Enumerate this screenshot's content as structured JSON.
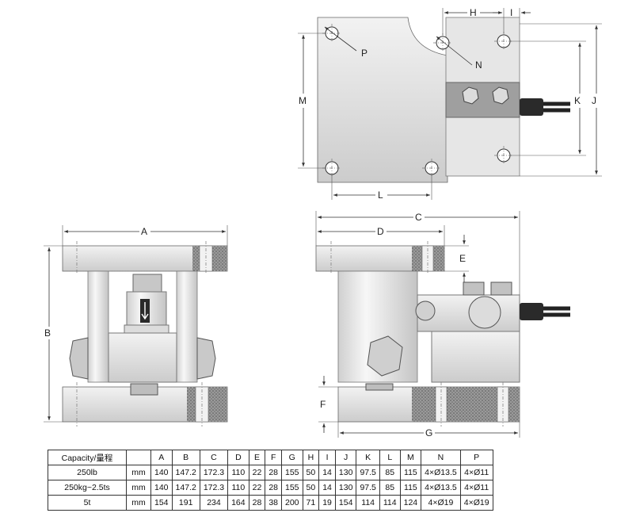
{
  "dimension_labels": {
    "A": "A",
    "B": "B",
    "C": "C",
    "D": "D",
    "E": "E",
    "F": "F",
    "G": "G",
    "H": "H",
    "I": "I",
    "J": "J",
    "K": "K",
    "L": "L",
    "M": "M",
    "N": "N",
    "P": "P"
  },
  "table": {
    "headers": [
      "Capacity/量程",
      "",
      "A",
      "B",
      "C",
      "D",
      "E",
      "F",
      "G",
      "H",
      "I",
      "J",
      "K",
      "L",
      "M",
      "N",
      "P"
    ],
    "rows": [
      [
        "250lb",
        "mm",
        "140",
        "147.2",
        "172.3",
        "110",
        "22",
        "28",
        "155",
        "50",
        "14",
        "130",
        "97.5",
        "85",
        "115",
        "4×Ø13.5",
        "4×Ø11"
      ],
      [
        "250kg~2.5ts",
        "mm",
        "140",
        "147.2",
        "172.3",
        "110",
        "22",
        "28",
        "155",
        "50",
        "14",
        "130",
        "97.5",
        "85",
        "115",
        "4×Ø13.5",
        "4×Ø11"
      ],
      [
        "5t",
        "mm",
        "154",
        "191",
        "234",
        "164",
        "28",
        "38",
        "200",
        "71",
        "19",
        "154",
        "114",
        "114",
        "124",
        "4×Ø19",
        "4×Ø19"
      ]
    ]
  },
  "colors": {
    "metal": "#e4e4e4",
    "metal_dark": "#b8b8b8",
    "hatch": "#777777",
    "cable": "#222222",
    "line": "#333333"
  }
}
